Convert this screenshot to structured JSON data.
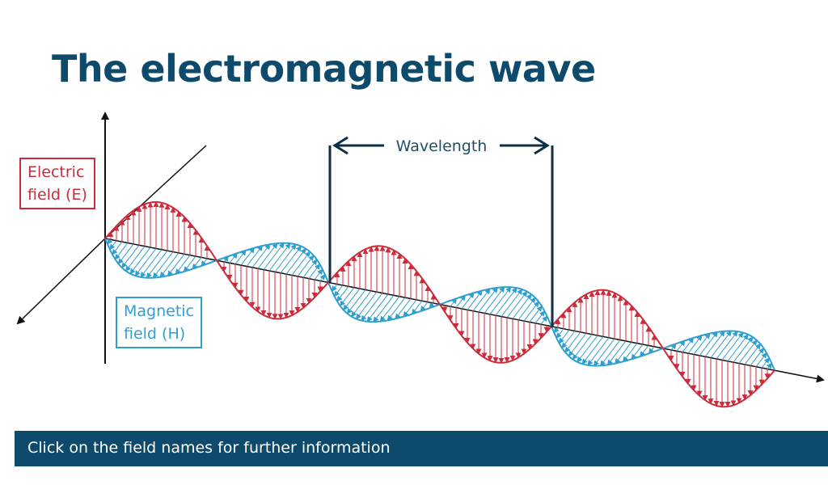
{
  "title": "The electromagnetic wave",
  "diagram": {
    "wavelength_label": "Wavelength",
    "electric_label_line1": "Electric",
    "electric_label_line2": "field (E)",
    "magnetic_label_line1": "Magnetic",
    "magnetic_label_line2": "field (H)"
  },
  "footer": {
    "text": "Click on the field names for further information"
  },
  "colors": {
    "title": "#0e4a6b",
    "electric": "#cc2b3b",
    "magnetic": "#2f9fd0",
    "footer_bg": "#0e4a6b"
  }
}
